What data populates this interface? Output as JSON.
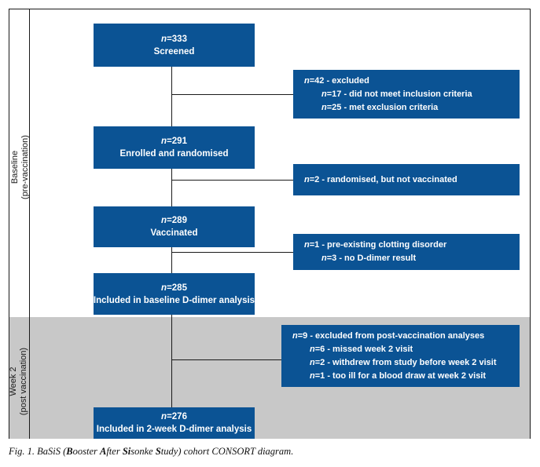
{
  "figure": {
    "caption_prefix": "Fig. 1. BaSiS (",
    "caption_b1": "B",
    "caption_t1": "ooster ",
    "caption_b2": "A",
    "caption_t2": "fter ",
    "caption_b3": "Si",
    "caption_t3": "sonke ",
    "caption_b4": "S",
    "caption_t4": "tudy) cohort CONSORT diagram.",
    "caption_full": "Fig. 1. BaSiS (Booster After Sisonke Study) cohort CONSORT diagram."
  },
  "colors": {
    "box_blue": "#0b5394",
    "band_grey": "#c8c8c8",
    "line_black": "#1a1a1a",
    "text_white": "#ffffff"
  },
  "sections": [
    {
      "id": "baseline",
      "line1": "Baseline",
      "line2": "(pre-vaccination)"
    },
    {
      "id": "week2",
      "line1": "Week 2",
      "line2": "(post vaccination)"
    }
  ],
  "flow_boxes": [
    {
      "id": "screened",
      "n_label": "n",
      "n_value": "=333",
      "description": "Screened"
    },
    {
      "id": "enrolled",
      "n_label": "n",
      "n_value": "=291",
      "description": "Enrolled and randomised"
    },
    {
      "id": "vaccinated",
      "n_label": "n",
      "n_value": "=289",
      "description": "Vaccinated"
    },
    {
      "id": "baseline-analysis",
      "n_label": "n",
      "n_value": "=285",
      "description": "Included in baseline D-dimer analysis"
    },
    {
      "id": "week2-analysis",
      "n_label": "n",
      "n_value": "=276",
      "description": "Included in 2-week D-dimer analysis"
    }
  ],
  "exclusion_boxes": [
    {
      "id": "excluded-42",
      "main_n": "n",
      "main_text": "=42 - excluded",
      "sub": [
        {
          "n": "n",
          "text": "=17 - did not meet inclusion criteria"
        },
        {
          "n": "n",
          "text": "=25 - met exclusion criteria"
        }
      ]
    },
    {
      "id": "not-vaccinated-2",
      "main_n": "n",
      "main_text": "=2 - randomised, but not vaccinated",
      "sub": []
    },
    {
      "id": "excluded-clotting",
      "main_n": "n",
      "main_text": "=1 - pre-existing clotting disorder",
      "sub": [
        {
          "n": "n",
          "text": "=3 - no D-dimer result"
        }
      ]
    },
    {
      "id": "excluded-post-vaccination-9",
      "main_n": "n",
      "main_text": "=9 - excluded from post-vaccination analyses",
      "sub": [
        {
          "n": "n",
          "text": "=6 - missed week 2 visit"
        },
        {
          "n": "n",
          "text": "=2 - withdrew from study before week 2 visit"
        },
        {
          "n": "n",
          "text": "=1 - too ill for a blood draw at week 2 visit"
        }
      ]
    }
  ]
}
